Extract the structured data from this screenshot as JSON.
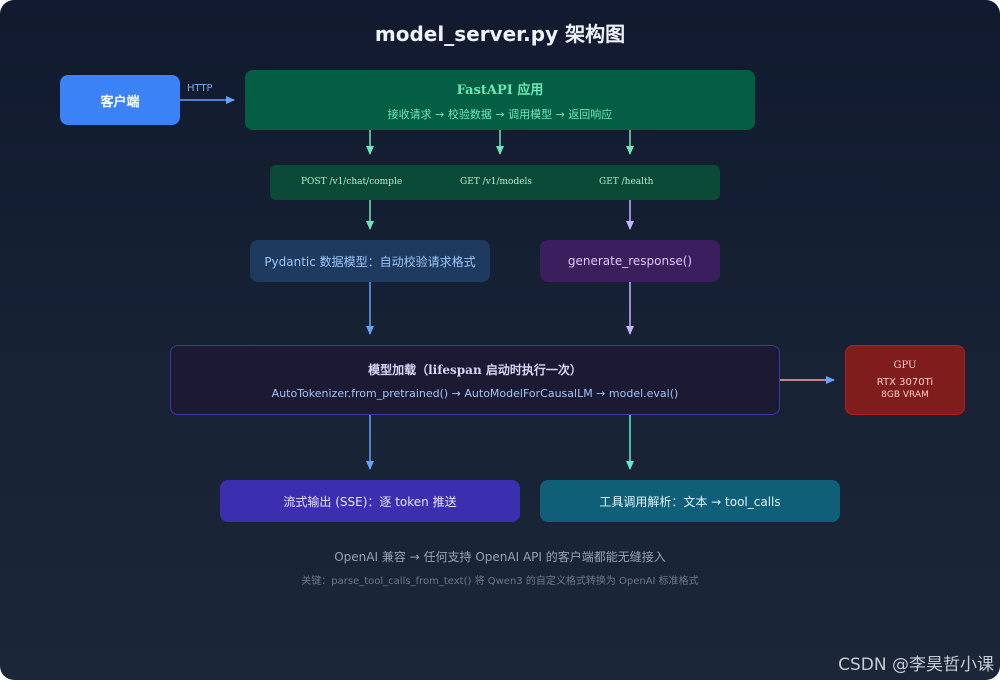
{
  "title": "model_server.py 架构图",
  "client": {
    "label": "客户端"
  },
  "http_label": "HTTP",
  "fastapi": {
    "title": "FastAPI 应用",
    "subtitle": "接收请求 → 校验数据 → 调用模型 → 返回响应"
  },
  "routes": [
    "POST /v1/chat/comple",
    "GET /v1/models",
    "GET /health"
  ],
  "pydantic": {
    "label": "Pydantic 数据模型：自动校验请求格式"
  },
  "generate": {
    "label": "generate_response()"
  },
  "loader": {
    "title": "模型加载（lifespan 启动时执行一次）",
    "subtitle": "AutoTokenizer.from_pretrained() → AutoModelForCausalLM → model.eval()"
  },
  "gpu": {
    "title": "GPU",
    "model": "RTX 3070Ti",
    "vram": "8GB VRAM"
  },
  "stream": {
    "label": "流式输出 (SSE)：逐 token 推送"
  },
  "tools": {
    "label": "工具调用解析：文本 → tool_calls"
  },
  "footer": {
    "line1": "OpenAI 兼容 → 任何支持 OpenAI API 的客户端都能无缝接入",
    "line2": "关键：parse_tool_calls_from_text() 将 Qwen3 的自定义格式转换为 OpenAI 标准格式"
  },
  "watermark": "CSDN @李昊哲小课",
  "colors": {
    "background": "#141d30",
    "client": "#3b82f6",
    "fastapi": "#045e44",
    "routes": "#0b4a36",
    "pydantic": "#1e3a5f",
    "generate": "#3b1e5e",
    "loader": "#1c1a33",
    "gpu": "#7f1d1d",
    "stream": "#3b2fb0",
    "tools": "#0f5f79",
    "arrow_green": "#6ee7b7",
    "arrow_blue": "#60a5fa",
    "arrow_purple": "#c4b5fd",
    "arrow_teal": "#5eead4",
    "arrow_red": "#fca5a5"
  }
}
